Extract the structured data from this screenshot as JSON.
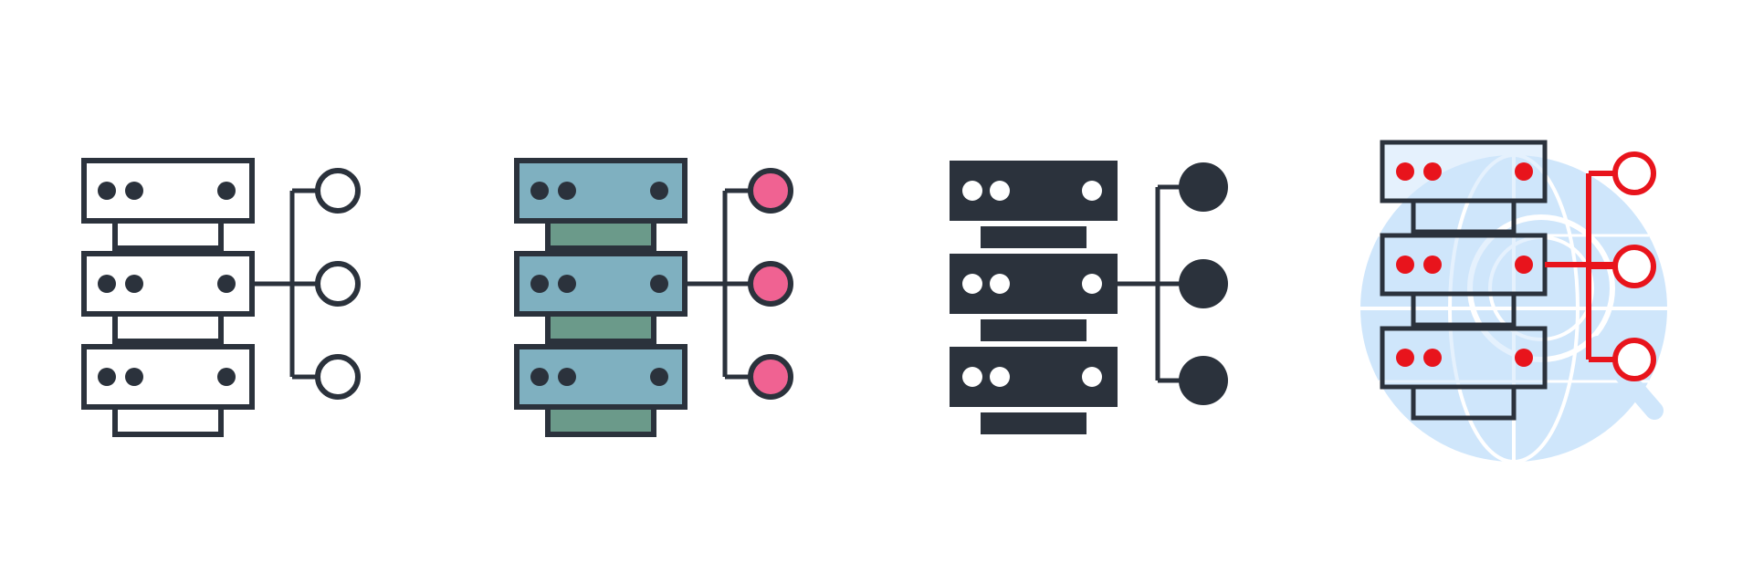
{
  "icons": [
    {
      "id": "server-network-outline",
      "style": "outline",
      "stroke": "#2b323c",
      "fill": "#ffffff",
      "node_fill": "#ffffff"
    },
    {
      "id": "server-network-flat-color",
      "style": "flat-color",
      "stroke": "#2b323c",
      "unit_fill": "#7fb0c0",
      "connector_fill": "#6b9a8a",
      "node_fill": "#f06292"
    },
    {
      "id": "server-network-glyph",
      "style": "glyph",
      "stroke": "#2b323c",
      "fill": "#2b323c",
      "dot_fill": "#ffffff"
    },
    {
      "id": "server-network-globe-search",
      "style": "outline-accent",
      "stroke": "#2b323c",
      "accent": "#e8141c",
      "background": "#cfe6fb",
      "background_lines": "#ffffff"
    }
  ]
}
